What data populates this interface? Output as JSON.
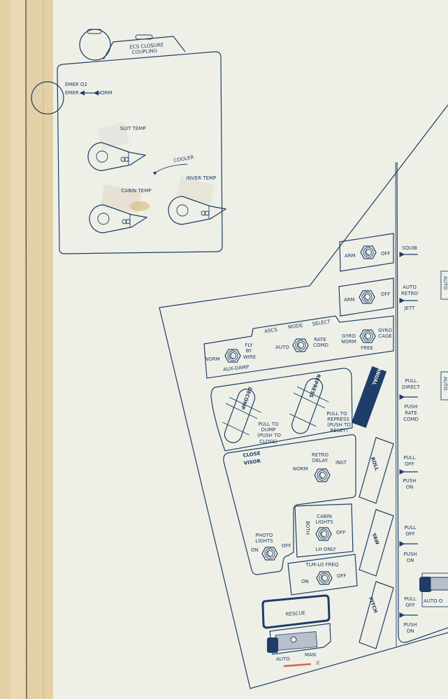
{
  "colors": {
    "ink": "#1e3d68",
    "paper": "#eef0e7",
    "tape": "#e3d0a6",
    "pencil": "#d9634f"
  },
  "ecs": {
    "closure_1": "ECS CLOSURE",
    "closure_2": "COUPLING",
    "emer_o2": "EMER O2",
    "emer_norm_left": "EMER",
    "emer_norm_right": "NORM",
    "suit_temp": "SUIT TEMP",
    "cabin_temp": "CABIN TEMP",
    "inver_temp": "INVER TEMP",
    "cooler": "COOLER"
  },
  "squib": {
    "arm": "ARM",
    "off": "OFF",
    "label": "SQUIB"
  },
  "auto_retro": {
    "arm": "ARM",
    "off": "OFF",
    "label_1": "AUTO",
    "label_2": "RETRO",
    "label_3": "JETT"
  },
  "ascs": {
    "title_1": "ASCS",
    "title_2": "MODE",
    "title_3": "SELECT",
    "norm": "NORM",
    "fly_1": "FLY",
    "fly_2": "BY",
    "fly_3": "WIRE",
    "aux_damp": "AUX-DAMP",
    "auto": "AUTO",
    "rate_1": "RATE",
    "rate_2": "COMD",
    "gyro_norm_1": "GYRO",
    "gyro_norm_2": "NORM",
    "gyro_cage_1": "GYRO",
    "gyro_cage_2": "CAGE",
    "free": "FREE"
  },
  "cabin_pressure": {
    "decomp": "DECOMP",
    "repress": "REPRESS",
    "dump_1": "PULL TO",
    "dump_2": "DUMP",
    "dump_3": "(PUSH TO",
    "dump_4": "CLOSE)",
    "rep_1": "PULL TO",
    "rep_2": "REPRESS",
    "rep_3": "(PUSH TO",
    "rep_4": "RESET)"
  },
  "manual": "MANUAL",
  "visor": {
    "close_1": "CLOSE",
    "close_2": "VISOR",
    "retro_delay_1": "RETRO",
    "retro_delay_2": "DELAY",
    "norm": "NORM",
    "inst": "INST"
  },
  "cabin_lights": {
    "title_1": "CABIN",
    "title_2": "LIGHTS",
    "both": "BOTH",
    "off": "OFF",
    "lh_only": "LH ONLY"
  },
  "photo_lights": {
    "title_1": "PHOTO",
    "title_2": "LIGHTS",
    "on": "ON",
    "off": "OFF"
  },
  "tlm": {
    "title": "TLM-LO FREQ",
    "on": "ON",
    "off": "OFF"
  },
  "rescue": {
    "label": "RESCUE",
    "auto": "AUTO",
    "man": "MAN",
    "mark": "R"
  },
  "axes": {
    "roll": "ROLL",
    "yaw": "YAW",
    "pitch": "PITCH"
  },
  "right_labels": {
    "direct": [
      "PULL",
      "DIRECT",
      "PUSH",
      "RATE",
      "COMD"
    ],
    "roll": [
      "PULL",
      "OFF",
      "PUSH",
      "ON"
    ],
    "yaw": [
      "PULL",
      "OFF",
      "PUSH",
      "ON"
    ],
    "pitch": [
      "PULL",
      "OFF",
      "PUSH",
      "ON"
    ]
  },
  "edge": {
    "auto_a": "AUTO",
    "auto_b": "AUTO",
    "auto_o": "AUTO O"
  }
}
